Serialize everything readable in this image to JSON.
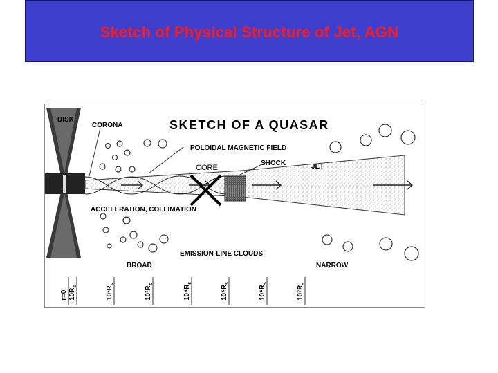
{
  "slide": {
    "title": "Sketch of Physical Structure of Jet, AGN",
    "title_color": "#ff1a1a",
    "title_bg": "#3f3fce"
  },
  "sketch": {
    "heading": "SKETCH OF A QUASAR",
    "labels": {
      "disk": "DISK",
      "corona": "CORONA",
      "poloidal": "POLOIDAL MAGNETIC FIELD",
      "shock": "SHOCK",
      "jet": "JET",
      "acceleration": "ACCELERATION, COLLIMATION",
      "emission": "EMISSION-LINE CLOUDS",
      "broad": "BROAD",
      "narrow": "NARROW"
    },
    "scale_ticks": [
      {
        "main": "r=0",
        "sub": ""
      },
      {
        "main": "10R",
        "sub": "s"
      },
      {
        "main": "10²R",
        "sub": "s"
      },
      {
        "main": "10³R",
        "sub": "s"
      },
      {
        "main": "10⁴R",
        "sub": "s"
      },
      {
        "main": "10⁵R",
        "sub": "s"
      },
      {
        "main": "10⁶R",
        "sub": "s"
      },
      {
        "main": "10⁷R",
        "sub": "s"
      }
    ]
  },
  "annotation": {
    "core_label": "CORE",
    "cross_color": "#000000"
  }
}
